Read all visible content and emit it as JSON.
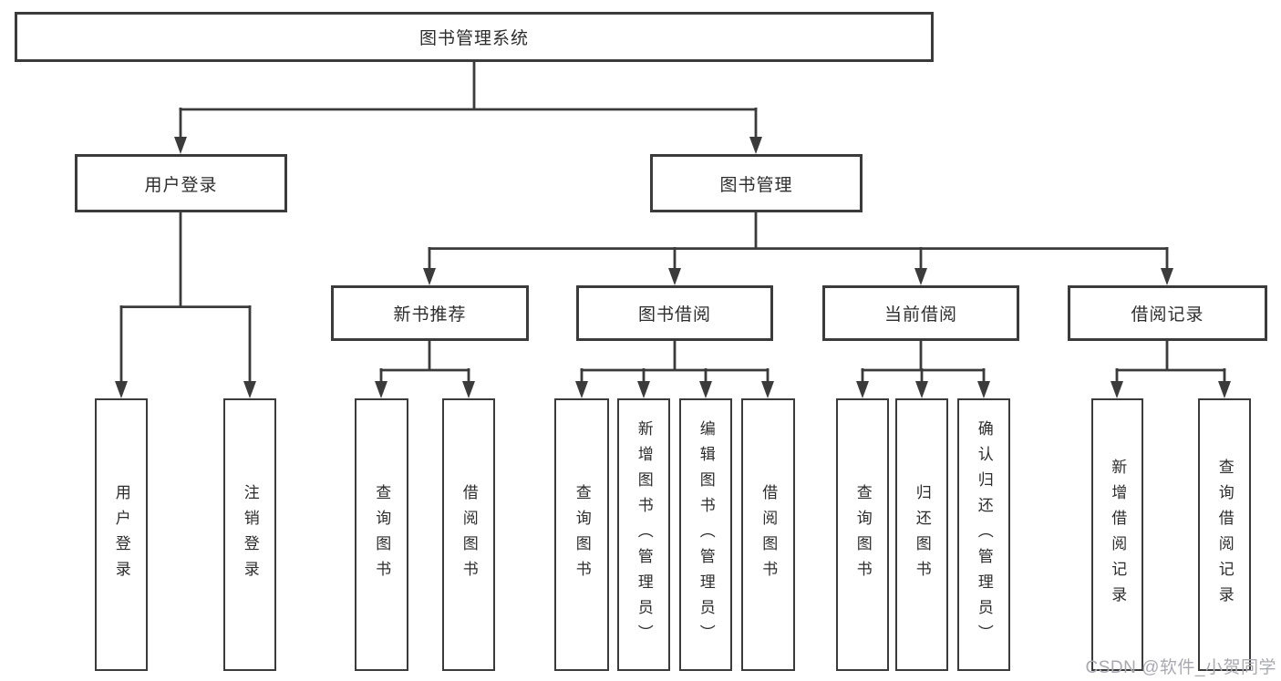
{
  "diagram": {
    "background": "#ffffff",
    "line_color": "#3b3b3b",
    "root": {
      "label": "图书管理系统"
    },
    "level2": [
      {
        "id": "user-login",
        "label": "用户登录"
      },
      {
        "id": "book-management",
        "label": "图书管理"
      }
    ],
    "level3": [
      {
        "id": "new-book-recommend",
        "label": "新书推荐"
      },
      {
        "id": "book-borrowing",
        "label": "图书借阅"
      },
      {
        "id": "current-borrowing",
        "label": "当前借阅"
      },
      {
        "id": "borrowing-records",
        "label": "借阅记录"
      }
    ],
    "leaves": [
      {
        "group": "用户登录",
        "label": "用户登录"
      },
      {
        "group": "用户登录",
        "label": "注销登录"
      },
      {
        "group": "新书推荐",
        "label": "查询图书"
      },
      {
        "group": "新书推荐",
        "label": "借阅图书"
      },
      {
        "group": "图书借阅",
        "label": "查询图书"
      },
      {
        "group": "图书借阅",
        "label": "新增图书（管理员）"
      },
      {
        "group": "图书借阅",
        "label": "编辑图书（管理员）"
      },
      {
        "group": "图书借阅",
        "label": "借阅图书"
      },
      {
        "group": "当前借阅",
        "label": "查询图书"
      },
      {
        "group": "当前借阅",
        "label": "归还图书"
      },
      {
        "group": "当前借阅",
        "label": "确认归还（管理员）"
      },
      {
        "group": "借阅记录",
        "label": "新增借阅记录"
      },
      {
        "group": "借阅记录",
        "label": "查询借阅记录"
      }
    ]
  },
  "watermark": {
    "text": "CSDN @软件_小贺同学",
    "color": "#a9a9b2"
  }
}
